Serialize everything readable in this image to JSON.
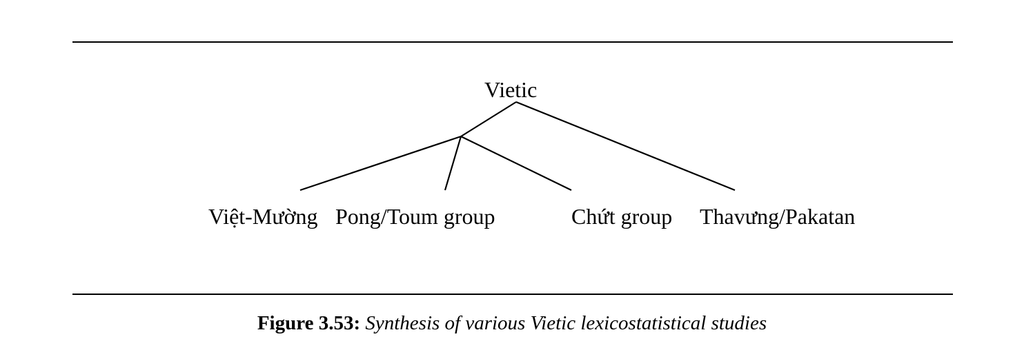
{
  "tree": {
    "root": "Vietic",
    "leaves": [
      "Việt-Mường",
      "Pong/Toum group",
      "Chứt group",
      "Thavưng/Pakatan"
    ]
  },
  "caption": {
    "label": "Figure 3.53:",
    "text": "Synthesis of various Vietic lexicostatistical studies"
  }
}
